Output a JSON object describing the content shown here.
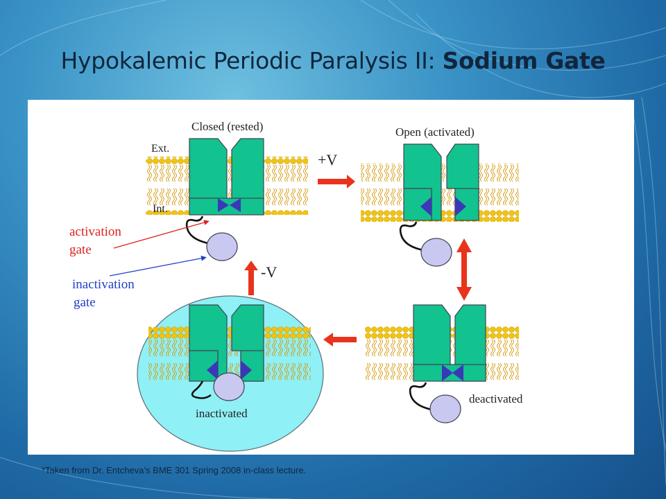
{
  "slide": {
    "title_prefix": "Hypokalemic Periodic Paralysis II: ",
    "title_bold": "Sodium Gate",
    "footnote": "*Taken from Dr. Entcheva’s BME 301 Spring 2008 in-class lecture."
  },
  "diagram": {
    "closed_label": "Closed (rested)",
    "open_label": "Open (activated)",
    "ext_label": "Ext.",
    "int_label": "Int.",
    "plus_v_label": "+V",
    "minus_v_label": "-V",
    "activation_label_1": "activation",
    "activation_label_2": "gate",
    "inactivation_label_1": "inactivation",
    "inactivation_label_2": "gate",
    "inactivated_label": "inactivated",
    "deactivated_label": "deactivated"
  },
  "colors": {
    "channel": "#12c28f",
    "gate_triangle": "#3b38b8",
    "inact_ball": "#c8c8f0",
    "lipid_head": "#f1c40f",
    "lipid_tail": "#d49a10",
    "arrow_red": "#e8341c",
    "inactivated_bg": "#8ff0f5",
    "activation_text": "#e02020",
    "inactivation_text": "#2040c8"
  }
}
